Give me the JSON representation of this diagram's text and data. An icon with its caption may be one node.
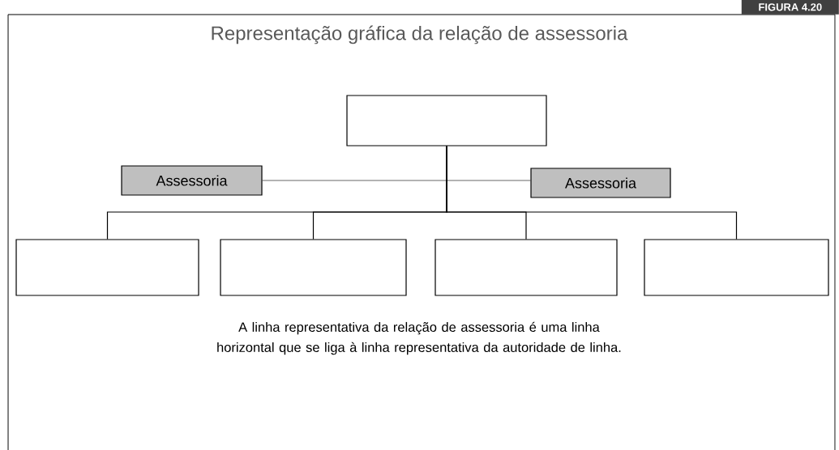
{
  "diagram": {
    "title": "Representação gráfica da relação de assessoria",
    "caption": "A linha representativa da relação de assessoria é uma linha horizontal que se liga à linha representativa da autoridade de linha.",
    "nodes": [
      {
        "text": [],
        "shape": "box"
      },
      {
        "text": [
          "Assessoria"
        ]
      },
      {
        "text": [
          "Assessoria"
        ]
      },
      {
        "text": [],
        "shape": "box"
      },
      {
        "text": [],
        "shape": "box"
      },
      {
        "text": [],
        "shape": "box"
      },
      {
        "text": [],
        "shape": "box"
      }
    ],
    "edges": [
      {
        "from": 1,
        "to": 2,
        "arrow": "none"
      },
      {
        "from": 0,
        "to": 3,
        "arrow": "none"
      },
      {
        "from": 0,
        "to": 4,
        "arrow": "none"
      },
      {
        "from": 0,
        "to": 5,
        "arrow": "none"
      },
      {
        "from": 0,
        "to": 6,
        "arrow": "none"
      }
    ],
    "labels": [
      "FIGURA 4.20"
    ]
  }
}
